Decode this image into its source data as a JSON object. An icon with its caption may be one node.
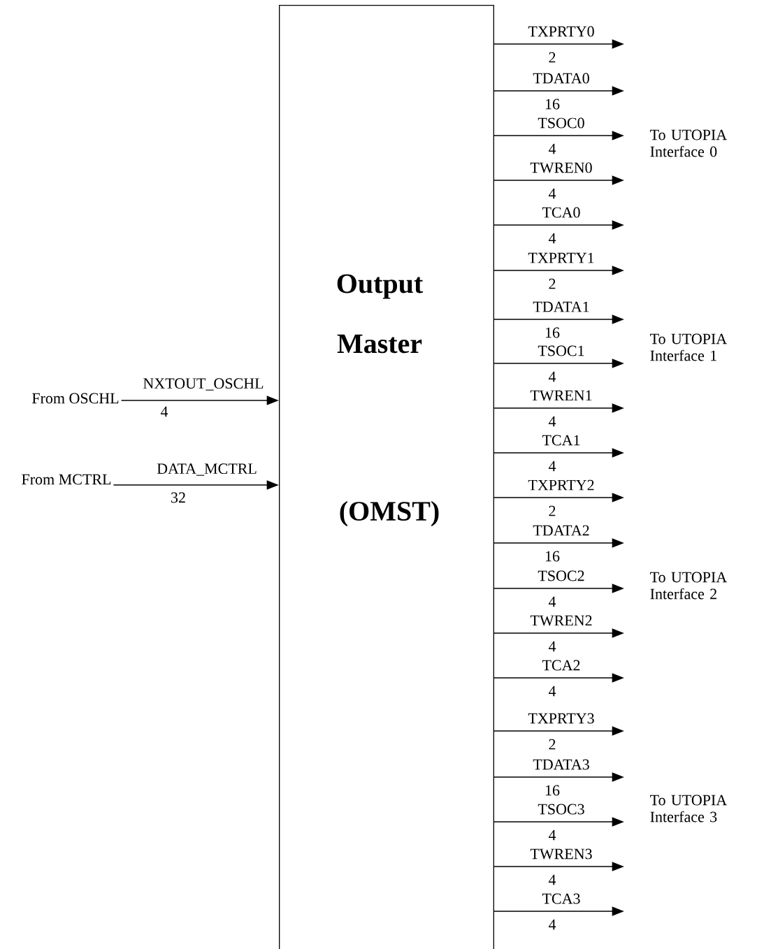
{
  "diagram": {
    "nodes": [
      {
        "text": [
          "Output",
          "Master",
          "(OMST)"
        ]
      },
      {
        "text": [
          "From OSCHL"
        ]
      },
      {
        "text": [
          "From MCTRL"
        ]
      }
    ],
    "edges": [
      {
        "from": 0,
        "to": null,
        "arrow": "to",
        "label": "TXPRTY0"
      },
      {
        "from": 0,
        "to": null,
        "arrow": "to",
        "label": "TDATA0"
      },
      {
        "from": 0,
        "to": null,
        "arrow": "to",
        "label": "TSOC0"
      },
      {
        "from": 0,
        "to": null,
        "arrow": "to",
        "label": "TWREN0"
      },
      {
        "from": 0,
        "to": null,
        "arrow": "to",
        "label": "TCA0"
      },
      {
        "from": 0,
        "to": null,
        "arrow": "to",
        "label": "TXPRTY1"
      },
      {
        "from": 0,
        "to": null,
        "arrow": "to",
        "label": "TDATA1"
      },
      {
        "from": 0,
        "to": null,
        "arrow": "to",
        "label": "TSOC1"
      },
      {
        "from": 0,
        "to": null,
        "arrow": "to",
        "label": "TWREN1"
      },
      {
        "from": 0,
        "to": null,
        "arrow": "to",
        "label": "TCA1"
      },
      {
        "from": 0,
        "to": null,
        "arrow": "to",
        "label": "TXPRTY2"
      },
      {
        "from": 0,
        "to": null,
        "arrow": "to",
        "label": "TDATA2"
      },
      {
        "from": 0,
        "to": null,
        "arrow": "to",
        "label": "TSOC2"
      },
      {
        "from": 0,
        "to": null,
        "arrow": "to",
        "label": "TWREN2"
      },
      {
        "from": 0,
        "to": null,
        "arrow": "to",
        "label": "TCA2"
      },
      {
        "from": 0,
        "to": null,
        "arrow": "to",
        "label": "TXPRTY3"
      },
      {
        "from": 0,
        "to": null,
        "arrow": "to",
        "label": "TDATA3"
      },
      {
        "from": 0,
        "to": null,
        "arrow": "to",
        "label": "TSOC3"
      },
      {
        "from": 0,
        "to": null,
        "arrow": "to",
        "label": "TWREN3"
      },
      {
        "from": 0,
        "to": null,
        "arrow": "to",
        "label": "TCA3"
      },
      {
        "from": 1,
        "to": 0,
        "arrow": "to",
        "label": "NXTOUT_OSCHL"
      },
      {
        "from": 2,
        "to": 0,
        "arrow": "to",
        "label": "DATA_MCTRL"
      }
    ],
    "labels": [
      "2",
      "16",
      "4",
      "To UTOPIA Interface 0",
      "4",
      "4",
      "2",
      "16",
      "To UTOPIA Interface 1",
      "4",
      "4",
      "4",
      "2",
      "16",
      "To UTOPIA Interface 2",
      "4",
      "4",
      "4",
      "2",
      "16",
      "To UTOPIA Interface 3",
      "4",
      "4",
      "4",
      "4",
      "32"
    ]
  }
}
